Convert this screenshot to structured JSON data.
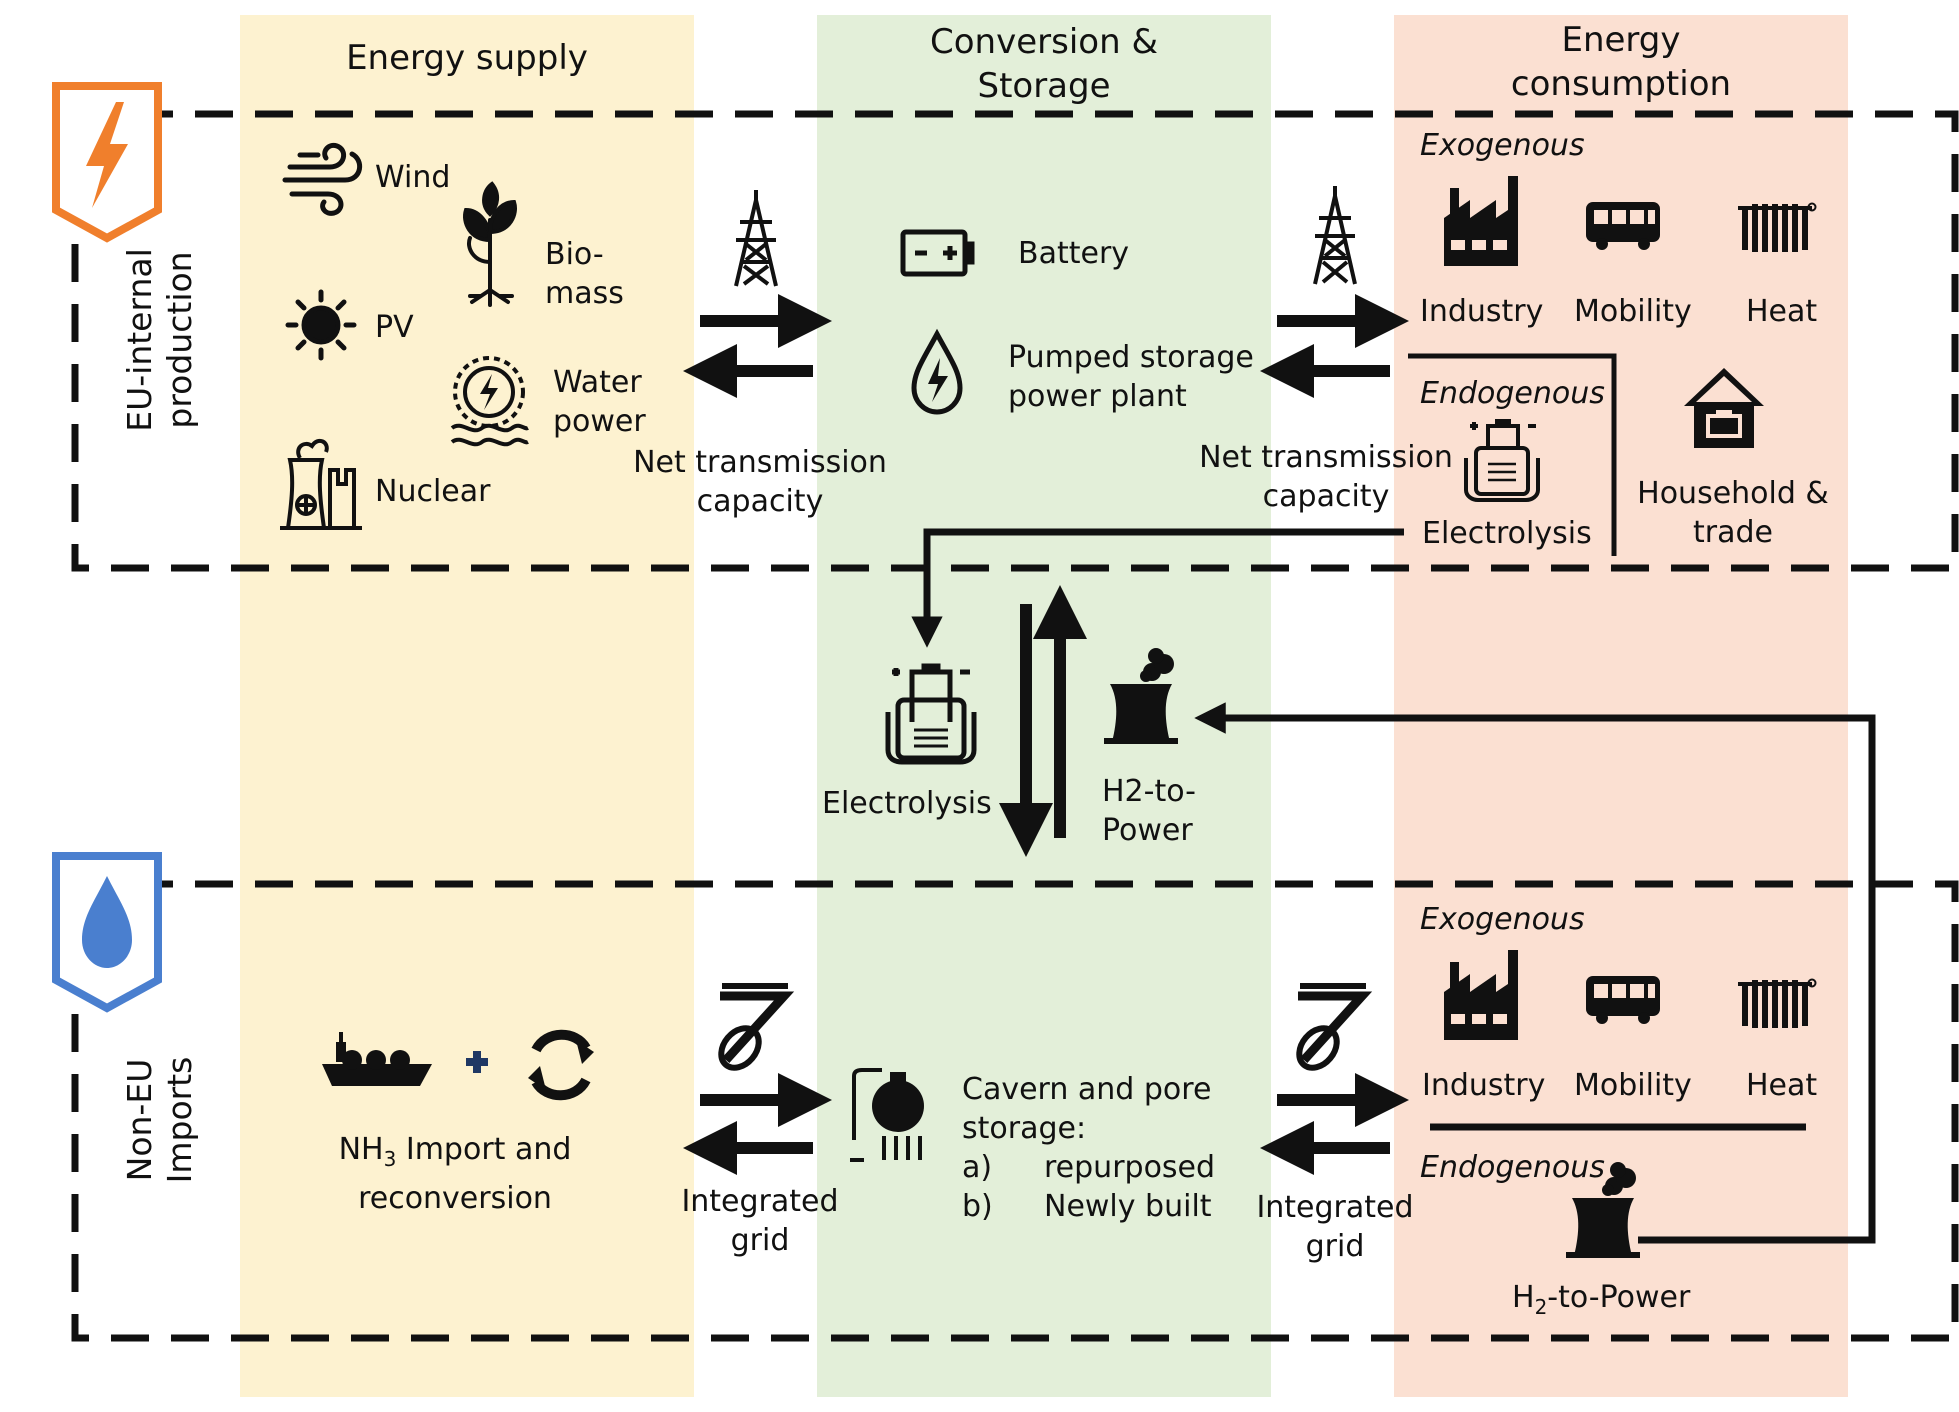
{
  "columns": {
    "supply": "Energy supply",
    "conversion": [
      "Conversion &",
      "Storage"
    ],
    "consumption": [
      "Energy",
      "consumption"
    ]
  },
  "rows": {
    "eu": [
      "EU-internal",
      "production"
    ],
    "non_eu": [
      "Non-EU",
      "Imports"
    ]
  },
  "supply": {
    "wind": "Wind",
    "biomass": [
      "Bio-",
      "mass"
    ],
    "pv": "PV",
    "water": [
      "Water",
      "power"
    ],
    "nuclear": "Nuclear",
    "nh3": {
      "prefix": "NH",
      "sub": "3",
      "suffix": " Import and",
      "line2": "reconversion"
    }
  },
  "links": {
    "ntc_left": [
      "Net transmission",
      "capacity"
    ],
    "ntc_right": [
      "Net transmission",
      "capacity"
    ],
    "grid_left": [
      "Integrated",
      "grid"
    ],
    "grid_right": [
      "Integrated",
      "grid"
    ]
  },
  "storage": {
    "battery": "Battery",
    "pumped": [
      "Pumped storage",
      "power plant"
    ],
    "electrolysis": "Electrolysis",
    "h2_to_power": [
      "H2-to-",
      "Power"
    ],
    "cavern_title": [
      "Cavern and pore",
      "storage:"
    ],
    "cavern_items": [
      {
        "key": "a)",
        "label": "repurposed"
      },
      {
        "key": "b)",
        "label": "Newly built"
      }
    ]
  },
  "consumption_eu": {
    "exogenous": "Exogenous",
    "industry": "Industry",
    "mobility": "Mobility",
    "heat": "Heat",
    "endogenous": "Endogenous",
    "electrolysis": "Electrolysis",
    "household": [
      "Household &",
      "trade"
    ]
  },
  "consumption_non_eu": {
    "exogenous": "Exogenous",
    "industry": "Industry",
    "mobility": "Mobility",
    "heat": "Heat",
    "endogenous": "Endogenous",
    "h2_power": {
      "prefix": "H",
      "sub": "2",
      "suffix": "-to-Power"
    }
  },
  "colors": {
    "supply_band": "#fdf2d0",
    "conversion_band": "#e3efd9",
    "consumption_band": "#fbe0d2",
    "eu_badge": "#f07f2c",
    "non_eu_badge": "#4a7fcf",
    "ink": "#111111"
  },
  "icons": {
    "eu_badge": "lightning-shield-icon",
    "non_eu_badge": "water-drop-shield-icon",
    "wind": "wind-icon",
    "biomass": "plant-icon",
    "pv": "sun-icon",
    "water": "water-turbine-icon",
    "nuclear": "nuclear-plant-icon",
    "pylon": "transmission-tower-icon",
    "battery": "battery-icon",
    "pumped": "water-drop-bolt-icon",
    "industry": "factory-icon",
    "mobility": "bus-icon",
    "heat": "radiator-icon",
    "household": "house-icon",
    "electrolysis": "electrolyzer-icon",
    "h2_power": "cooling-tower-icon",
    "ship": "tanker-ship-icon",
    "plus": "plus-icon",
    "cycle": "recycle-arrows-icon",
    "pipe": "pipeline-icon",
    "cavern": "gas-storage-icon"
  }
}
